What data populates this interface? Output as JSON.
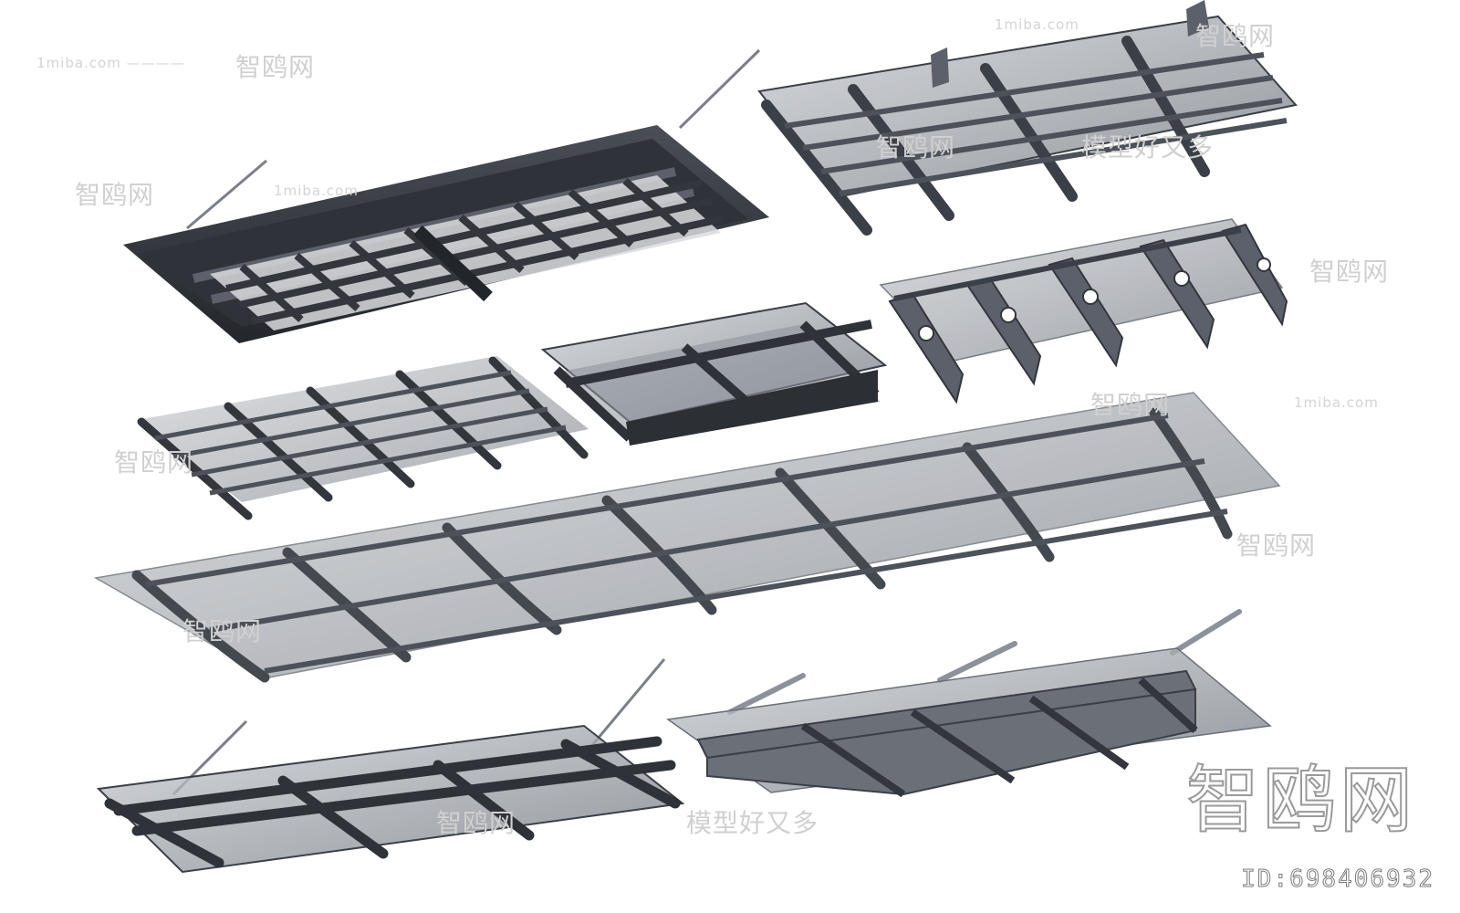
{
  "watermarks": {
    "site": "1miba.com",
    "dash": "————",
    "brand": "智鸥网",
    "slogan": "模型好又多",
    "id_label": "ID:698406932"
  },
  "palette": {
    "frame": "#3b3f47",
    "frame_light": "#5b606a",
    "glass": "#8d929a",
    "glass_light": "#c3c6cb",
    "rod": "#7b7f86"
  }
}
